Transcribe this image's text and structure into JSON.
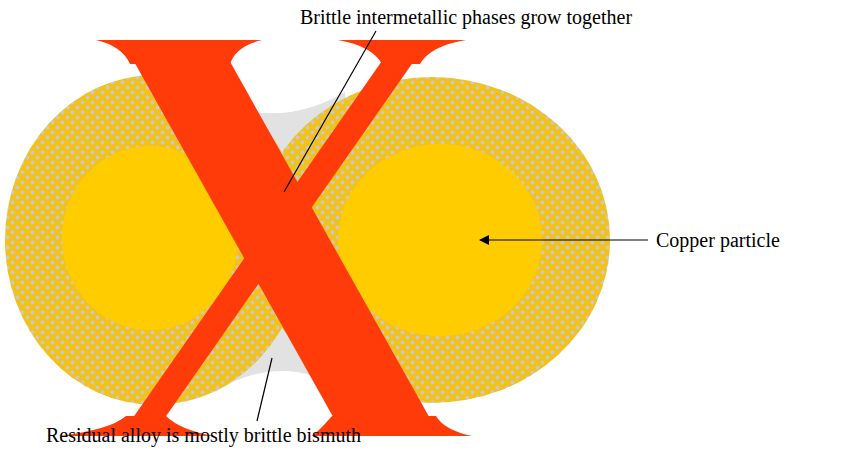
{
  "diagram": {
    "labels": [
      "Brittle intermetallic phases grow together",
      "Copper particle",
      "Residual alloy is mostly brittle bismuth"
    ]
  }
}
